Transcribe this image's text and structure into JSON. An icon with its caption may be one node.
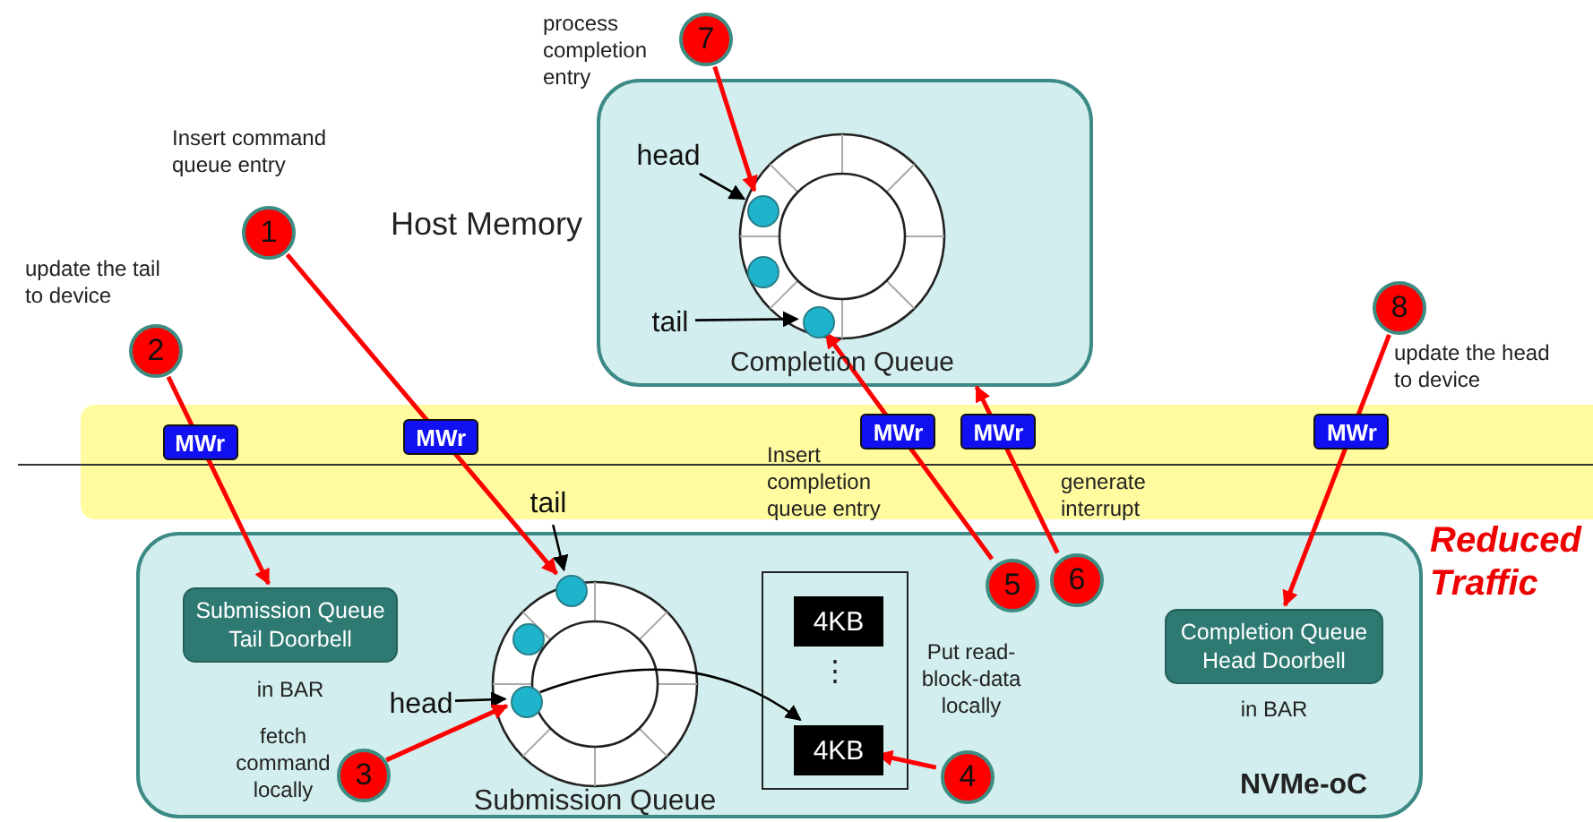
{
  "diagram": {
    "nodes": [
      {
        "text": [
          "Host Memory"
        ]
      },
      {
        "text": [
          "Completion Queue"
        ],
        "in": 0
      },
      {
        "text": [],
        "shape": "circle",
        "in": 1
      },
      {
        "text": [],
        "shape": "circle",
        "in": 1
      },
      {
        "text": [],
        "shape": "circle",
        "in": 1
      },
      {
        "text": [
          "head"
        ],
        "in": 0
      },
      {
        "text": [
          "tail"
        ],
        "in": 0
      },
      {
        "text": [
          "7"
        ],
        "beside": [
          "process completion entry"
        ]
      },
      {
        "text": [
          "1"
        ],
        "beside": [
          "Insert command queue entry"
        ]
      },
      {
        "text": [
          "2"
        ],
        "beside": [
          "update the tail to device"
        ]
      },
      {
        "text": [
          "8"
        ],
        "beside": [
          "update the head to device"
        ]
      },
      {
        "text": [
          "NVMe-oC"
        ]
      },
      {
        "text": [
          "Submission Queue Tail Doorbell"
        ],
        "beside": [
          "in BAR"
        ],
        "in": 11
      },
      {
        "text": [
          "Submission Queue"
        ],
        "in": 11
      },
      {
        "text": [],
        "shape": "circle",
        "in": 13
      },
      {
        "text": [],
        "shape": "circle",
        "in": 13
      },
      {
        "text": [],
        "shape": "circle",
        "in": 13
      },
      {
        "text": [
          "tail"
        ]
      },
      {
        "text": [
          "head"
        ],
        "in": 11
      },
      {
        "text": [
          "3"
        ],
        "beside": [
          "fetch command locally"
        ],
        "in": 11
      },
      {
        "text": [],
        "shape": "box",
        "in": 11
      },
      {
        "text": [
          "4KB"
        ],
        "in": 20
      },
      {
        "text": [
          "4KB"
        ],
        "in": 20
      },
      {
        "text": [
          "4"
        ],
        "beside": [
          "Put read-block-data locally"
        ],
        "in": 11
      },
      {
        "text": [
          "5"
        ],
        "in": 11
      },
      {
        "text": [
          "6"
        ],
        "in": 11
      },
      {
        "text": [
          "Completion Queue Head Doorbell"
        ],
        "beside": [
          "in BAR"
        ],
        "in": 11
      }
    ],
    "edges": [
      {
        "from": 7,
        "to": 2,
        "arrow": "to"
      },
      {
        "from": 5,
        "to": 2,
        "arrow": "to",
        "color": "#000000"
      },
      {
        "from": 6,
        "to": 4,
        "arrow": "to",
        "color": "#000000"
      },
      {
        "from": 8,
        "to": 14,
        "arrow": "to",
        "label": "MWr"
      },
      {
        "from": 9,
        "to": 12,
        "arrow": "to",
        "label": "MWr"
      },
      {
        "from": 10,
        "to": 26,
        "arrow": "to",
        "label": "MWr"
      },
      {
        "from": 24,
        "to": 4,
        "arrow": "to",
        "label": "MWr"
      },
      {
        "from": 25,
        "to": 0,
        "arrow": "to",
        "label": "MWr"
      },
      {
        "from": 17,
        "to": 14,
        "arrow": "to",
        "color": "#000000"
      },
      {
        "from": 18,
        "to": 16,
        "arrow": "to",
        "color": "#000000"
      },
      {
        "from": 19,
        "to": 16,
        "arrow": "to"
      },
      {
        "from": 23,
        "to": 22,
        "arrow": "to"
      },
      {
        "from": 16,
        "to": 22,
        "arrow": "to",
        "color": "#000000"
      }
    ],
    "labels": [
      "Insert completion queue entry",
      "generate interrupt",
      "⋮",
      "Reduced Traffic"
    ]
  }
}
